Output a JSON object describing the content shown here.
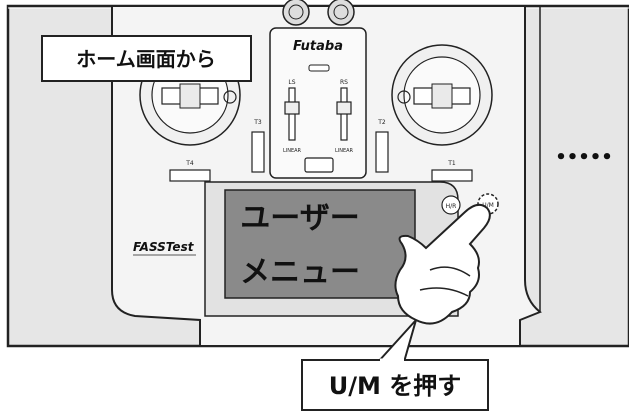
{
  "labels": {
    "top_callout": "ホーム画面から",
    "bottom_callout": "U/M を押す",
    "ellipsis": "•••••"
  },
  "screen": {
    "line1": "ユーザー",
    "line2": "メニュー"
  },
  "transmitter": {
    "brand": "Futaba",
    "lever_left": "LS",
    "lever_right": "RS",
    "linear_left": "LINEAR",
    "linear_right": "LINEAR",
    "trim_t1": "T1",
    "trim_t2": "T2",
    "trim_t3": "T3",
    "trim_t4": "T4",
    "button_hr": "H/R",
    "button_um": "U/M",
    "logo": "FASSTest"
  }
}
